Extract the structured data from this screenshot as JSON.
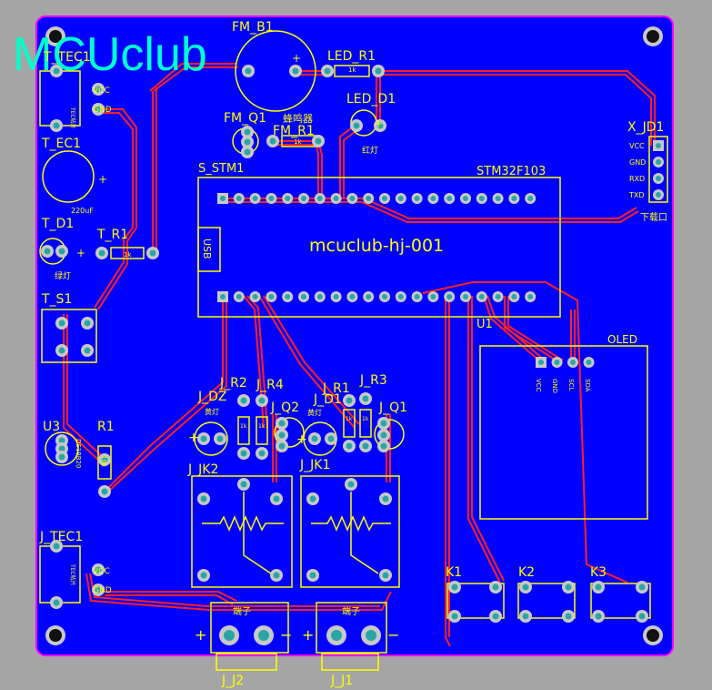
{
  "watermark": "MCUclub",
  "colors": {
    "board": "#0000ff",
    "background": "#a5a5a5",
    "silkscreen": "#ffff00",
    "trace": "#ff2020",
    "pad": "#c8c8c8",
    "pad_hole": "#2aa5a5",
    "outline": "#ff00ff",
    "watermark": "#00ffcc",
    "module_text": "#ffffff"
  },
  "components": {
    "t_tec1_top": "T_TEC1",
    "t_tec1_body": "TEC帖片",
    "t_tec1_vcc": "VCC",
    "t_tec1_gnd": "GND",
    "t_tec1_cap": "T_EC1",
    "t_tec1_cap_value": "220uF",
    "t_d1": "T_D1",
    "t_d1_value": "绿灯",
    "t_r1": "T_R1",
    "t_r1_value": "1k",
    "t_s1": "T_S1",
    "fm_b1": "FM_B1",
    "fm_q1": "FM_Q1",
    "fm_q1_value": "蜂鸣器",
    "fm_r1": "FM_R1",
    "fm_r1_value": "1k",
    "led_r1": "LED_R1",
    "led_r1_value": "1k",
    "led_d1": "LED_D1",
    "led_d1_value": "红灯",
    "s_stm1": "S_STM1",
    "stm32": "STM32F103",
    "board_name": "mcuclub-hj-001",
    "usb": "USB",
    "u1": "U1",
    "x_jd1": "X_JD1",
    "x_jd1_pins": [
      "VCC",
      "GND",
      "RXD",
      "TXD"
    ],
    "x_jd1_value": "下载口",
    "oled": "OLED",
    "oled_pins": [
      "VCC",
      "GND",
      "SCL",
      "SDA"
    ],
    "j_r2": "J_R2",
    "j_r4": "J_R4",
    "j_dz": "J_DZ",
    "j_dz_value": "黄灯",
    "j_q2": "J_Q2",
    "j_r1": "J_R1",
    "j_r3": "J_R3",
    "j_d1": "J_D1",
    "j_d1_value": "黄灯",
    "j_q1": "J_Q1",
    "j_res_value": "1k",
    "u3": "U3",
    "u3_value": "DS18B20",
    "r1": "R1",
    "r1_value": "10k",
    "j_jk2": "J_JK2",
    "j_jk1": "J_JK1",
    "j_tec1": "J_TEC1",
    "j_tec1_body": "TEC帖片",
    "j_tec1_vcc": "VCC",
    "j_tec1_gnd": "GND",
    "k1": "K1",
    "k2": "K2",
    "k3": "K3",
    "j_j2": "J_J2",
    "j_j1": "J_J1",
    "terminal_label": "端子",
    "plus": "+",
    "minus": "−"
  }
}
